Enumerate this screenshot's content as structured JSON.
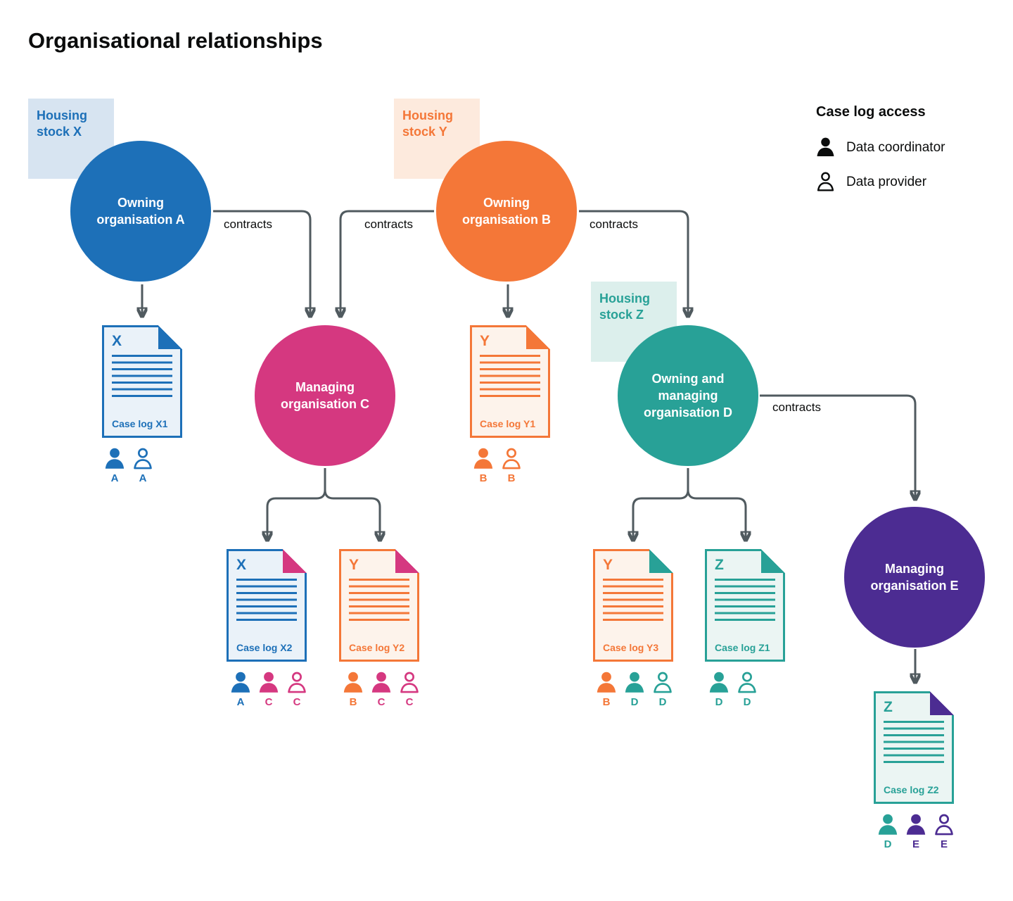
{
  "title": "Organisational relationships",
  "legend": {
    "title": "Case log access",
    "items": [
      {
        "icon": "person-filled-icon",
        "label": "Data coordinator"
      },
      {
        "icon": "person-outline-icon",
        "label": "Data provider"
      }
    ]
  },
  "colors": {
    "blue": "#1d70b8",
    "orange": "#f47738",
    "pink": "#d53880",
    "teal": "#28a197",
    "purple": "#4c2c92",
    "arrow": "#505a5f",
    "text": "#0b0c0c"
  },
  "contracts_label": "contracts",
  "housing_stocks": [
    {
      "id": "X",
      "label": "Housing stock X",
      "color": "#1d70b8"
    },
    {
      "id": "Y",
      "label": "Housing stock Y",
      "color": "#f47738"
    },
    {
      "id": "Z",
      "label": "Housing stock Z",
      "color": "#28a197"
    }
  ],
  "organisations": [
    {
      "id": "A",
      "label": "Owning organisation A",
      "color": "#1d70b8"
    },
    {
      "id": "B",
      "label": "Owning organisation B",
      "color": "#f47738"
    },
    {
      "id": "C",
      "label": "Managing organisation C",
      "color": "#d53880"
    },
    {
      "id": "D",
      "label": "Owning and managing organisation D",
      "color": "#28a197"
    },
    {
      "id": "E",
      "label": "Managing organisation E",
      "color": "#4c2c92"
    }
  ],
  "case_logs": [
    {
      "id": "X1",
      "letter": "X",
      "label": "Case log X1",
      "stock": "X",
      "border_color": "#1d70b8",
      "fold_color": "#1d70b8",
      "access": [
        {
          "letter": "A",
          "role": "coordinator",
          "color": "#1d70b8"
        },
        {
          "letter": "A",
          "role": "provider",
          "color": "#1d70b8"
        }
      ]
    },
    {
      "id": "Y1",
      "letter": "Y",
      "label": "Case log Y1",
      "stock": "Y",
      "border_color": "#f47738",
      "fold_color": "#f47738",
      "access": [
        {
          "letter": "B",
          "role": "coordinator",
          "color": "#f47738"
        },
        {
          "letter": "B",
          "role": "provider",
          "color": "#f47738"
        }
      ]
    },
    {
      "id": "X2",
      "letter": "X",
      "label": "Case log X2",
      "stock": "X",
      "border_color": "#1d70b8",
      "fold_color": "#d53880",
      "access": [
        {
          "letter": "A",
          "role": "coordinator",
          "color": "#1d70b8"
        },
        {
          "letter": "C",
          "role": "coordinator",
          "color": "#d53880"
        },
        {
          "letter": "C",
          "role": "provider",
          "color": "#d53880"
        }
      ]
    },
    {
      "id": "Y2",
      "letter": "Y",
      "label": "Case log Y2",
      "stock": "Y",
      "border_color": "#f47738",
      "fold_color": "#d53880",
      "access": [
        {
          "letter": "B",
          "role": "coordinator",
          "color": "#f47738"
        },
        {
          "letter": "C",
          "role": "coordinator",
          "color": "#d53880"
        },
        {
          "letter": "C",
          "role": "provider",
          "color": "#d53880"
        }
      ]
    },
    {
      "id": "Y3",
      "letter": "Y",
      "label": "Case log Y3",
      "stock": "Y",
      "border_color": "#f47738",
      "fold_color": "#28a197",
      "access": [
        {
          "letter": "B",
          "role": "coordinator",
          "color": "#f47738"
        },
        {
          "letter": "D",
          "role": "coordinator",
          "color": "#28a197"
        },
        {
          "letter": "D",
          "role": "provider",
          "color": "#28a197"
        }
      ]
    },
    {
      "id": "Z1",
      "letter": "Z",
      "label": "Case log Z1",
      "stock": "Z",
      "border_color": "#28a197",
      "fold_color": "#28a197",
      "access": [
        {
          "letter": "D",
          "role": "coordinator",
          "color": "#28a197"
        },
        {
          "letter": "D",
          "role": "provider",
          "color": "#28a197"
        }
      ]
    },
    {
      "id": "Z2",
      "letter": "Z",
      "label": "Case log Z2",
      "stock": "Z",
      "border_color": "#28a197",
      "fold_color": "#4c2c92",
      "access": [
        {
          "letter": "D",
          "role": "coordinator",
          "color": "#28a197"
        },
        {
          "letter": "E",
          "role": "coordinator",
          "color": "#4c2c92"
        },
        {
          "letter": "E",
          "role": "provider",
          "color": "#4c2c92"
        }
      ]
    }
  ]
}
